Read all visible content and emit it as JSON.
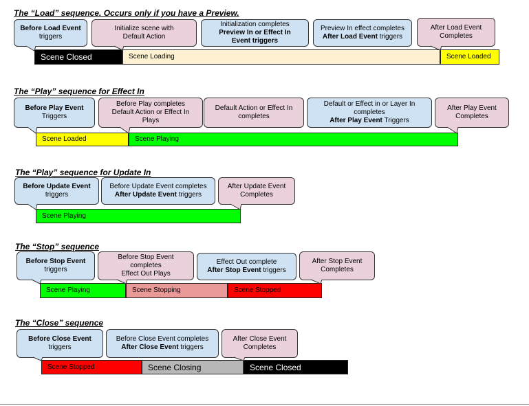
{
  "sections": [
    {
      "title": "The “Load” sequence. Occurs only if you have a Preview.",
      "callouts": [
        {
          "l1": "Before Load Event",
          "l1_bold": true,
          "l2": "triggers",
          "l3": ""
        },
        {
          "l1": "Initialize scene with",
          "l2": "Default Action",
          "l3": ""
        },
        {
          "l1": "Initialization completes",
          "l2": "Preview In or Effect In",
          "l2_bold": true,
          "l3": "Event triggers",
          "l3_bold": true
        },
        {
          "l1": "Preview In effect completes",
          "l2": "After Load Event triggers",
          "l2_bold_part": "After Load Event",
          "l3": ""
        },
        {
          "l1": "After Load Event",
          "l2": "Completes",
          "l3": ""
        }
      ],
      "bars": [
        "Scene Closed",
        "Scene Loading",
        "Scene Loaded"
      ]
    },
    {
      "title": "The “Play” sequence for Effect In",
      "callouts": [
        {
          "l1": "Before Play Event",
          "l1_bold": true,
          "l2": "Triggers",
          "l3": ""
        },
        {
          "l1": "Before Play completes",
          "l2": "Default Action or Effect In",
          "l3": "Plays"
        },
        {
          "l1": "Default Action or Effect In",
          "l2": "completes",
          "l3": ""
        },
        {
          "l1": "Default or Effect in or Layer In",
          "l2": "completes",
          "l3": "After Play Event Triggers",
          "l3_bold_part": "After Play Event"
        },
        {
          "l1": "After Play Event",
          "l2": "Completes",
          "l3": ""
        }
      ],
      "bars": [
        "Scene Loaded",
        "Scene Playing"
      ]
    },
    {
      "title": "The “Play” sequence for Update In",
      "callouts": [
        {
          "l1": "Before Update Event",
          "l1_bold": true,
          "l2": "triggers",
          "l3": ""
        },
        {
          "l1": "Before Update Event completes",
          "l2": "After Update Event triggers",
          "l2_bold_part": "After Update Event",
          "l3": ""
        },
        {
          "l1": "After Update Event",
          "l2": "Completes",
          "l3": ""
        }
      ],
      "bars": [
        "Scene Playing"
      ]
    },
    {
      "title": "The “Stop” sequence",
      "callouts": [
        {
          "l1": "Before Stop Event",
          "l1_bold": true,
          "l2": "triggers",
          "l3": ""
        },
        {
          "l1": "Before Stop Event",
          "l2": "completes",
          "l3": "Effect Out Plays"
        },
        {
          "l1": "Effect Out complete",
          "l2": "After Stop Event triggers",
          "l2_bold_part": "After Stop Event",
          "l3": ""
        },
        {
          "l1": "After Stop Event",
          "l2": "Completes",
          "l3": ""
        }
      ],
      "bars": [
        "Scene Playing",
        "Scene Stopping",
        "Scene Stopped"
      ]
    },
    {
      "title": "The “Close” sequence",
      "callouts": [
        {
          "l1": "Before Close Event",
          "l1_bold": true,
          "l2": "triggers",
          "l3": ""
        },
        {
          "l1": "Before Close Event completes",
          "l2": "After Close Event triggers",
          "l2_bold_part": "After Close Event",
          "l3": ""
        },
        {
          "l1": "After Close Event",
          "l2": "Completes",
          "l3": ""
        }
      ],
      "bars": [
        "Scene Stopped",
        "Scene Closing",
        "Scene Closed"
      ]
    }
  ],
  "colors": {
    "event_before_and_completion": "#cfe2f3",
    "event_action": "#ead1dc",
    "state_closed": "#000000",
    "state_loading": "#fdf1d1",
    "state_loaded": "#ffff00",
    "state_playing": "#00ff00",
    "state_stopping": "#ea9999",
    "state_stopped": "#ff0000",
    "state_closing": "#b7b7b7"
  }
}
